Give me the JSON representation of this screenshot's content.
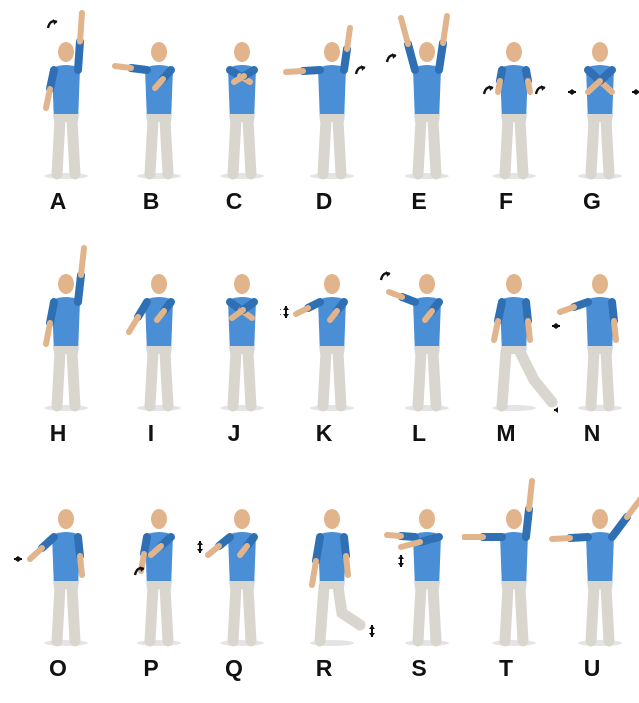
{
  "gestures": [
    {
      "letter": "A",
      "pose": "one-arm-up-rotate"
    },
    {
      "letter": "B",
      "pose": "arm-side-right"
    },
    {
      "letter": "C",
      "pose": "arms-crossed-chest"
    },
    {
      "letter": "D",
      "pose": "arm-up-and-side"
    },
    {
      "letter": "E",
      "pose": "both-arms-up"
    },
    {
      "letter": "F",
      "pose": "hands-rotate-hips"
    },
    {
      "letter": "G",
      "pose": "arms-crossed-push-out"
    },
    {
      "letter": "H",
      "pose": "one-arm-up"
    },
    {
      "letter": "I",
      "pose": "arm-low-diagonal"
    },
    {
      "letter": "J",
      "pose": "arms-folded"
    },
    {
      "letter": "K",
      "pose": "arm-forward-up-down"
    },
    {
      "letter": "L",
      "pose": "arm-swing-up"
    },
    {
      "letter": "M",
      "pose": "leg-kick-forward"
    },
    {
      "letter": "N",
      "pose": "arm-side-push"
    },
    {
      "letter": "O",
      "pose": "arm-front-push"
    },
    {
      "letter": "P",
      "pose": "hand-circle-waist"
    },
    {
      "letter": "Q",
      "pose": "arm-forward-raise"
    },
    {
      "letter": "R",
      "pose": "leg-raise-back"
    },
    {
      "letter": "S",
      "pose": "arms-forward-lift"
    },
    {
      "letter": "T",
      "pose": "arm-up-arm-side"
    },
    {
      "letter": "U",
      "pose": "arms-out-one-up"
    }
  ],
  "colors": {
    "shirt": "#4a8ed6",
    "shirt_dark": "#2f6fb3",
    "pants": "#d9d6cf",
    "skin": "#e2b48c",
    "hair": "#2a2018",
    "arrow": "#111111",
    "label": "#111111"
  }
}
